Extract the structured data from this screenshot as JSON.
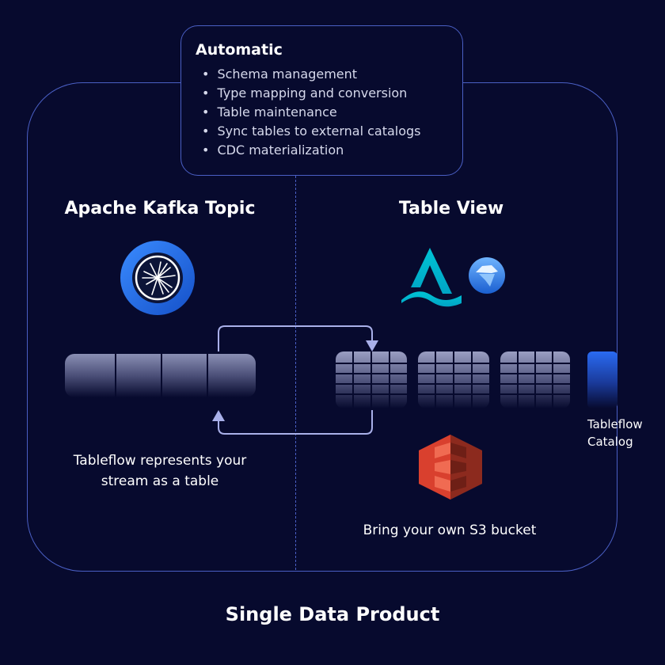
{
  "automatic": {
    "title": "Automatic",
    "items": [
      "Schema management",
      "Type mapping and conversion",
      "Table maintenance",
      "Sync tables to external catalogs",
      "CDC materialization"
    ]
  },
  "left": {
    "title": "Apache Kafka Topic",
    "caption_line1": "Tableflow represents your",
    "caption_line2": "stream as a table",
    "logo_icon": "kafka-starburst-icon"
  },
  "right": {
    "title": "Table View",
    "s3_caption": "Bring your own S3 bucket",
    "catalog_line1": "Tableflow",
    "catalog_line2": "Catalog",
    "logo_icons": [
      "delta-lake-icon",
      "iceberg-icon"
    ],
    "s3_icon": "s3-bucket-icon"
  },
  "footer": {
    "title": "Single Data Product"
  },
  "colors": {
    "background": "#070a2e",
    "frame": "#4a5fc4",
    "arrow": "#a9b0ea",
    "accent_blue": "#2a6bf2",
    "s3_red": "#d9402e"
  }
}
